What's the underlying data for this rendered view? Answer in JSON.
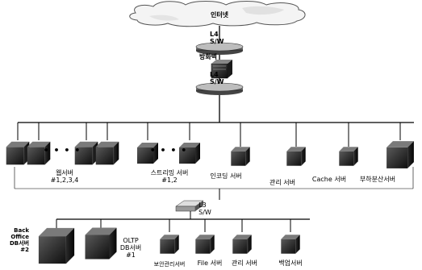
{
  "top": {
    "internet": "인터넷",
    "l4_top": "L4\nS/W",
    "firewall": "방화벽",
    "l4_bottom": "L4\nS/W"
  },
  "servers_upper": {
    "web": "웹서버\n#1,2,3,4",
    "streaming": "스트리밍 서버\n#1,2",
    "encoding": "인코딩 서버",
    "management": "관리 서버",
    "cache": "Cache 서버",
    "load_balancing": "부하분산서버"
  },
  "l3": "L3\nS/W",
  "servers_lower": {
    "back_office": "Back\nOffice\nDB서버\n#2",
    "oltp": "OLTP\nDB서버\n#1",
    "security": "보안관리서버",
    "file": "File 서버",
    "management": "관리 서버",
    "backup": "백업서버"
  },
  "ellipsis": "• • • •"
}
